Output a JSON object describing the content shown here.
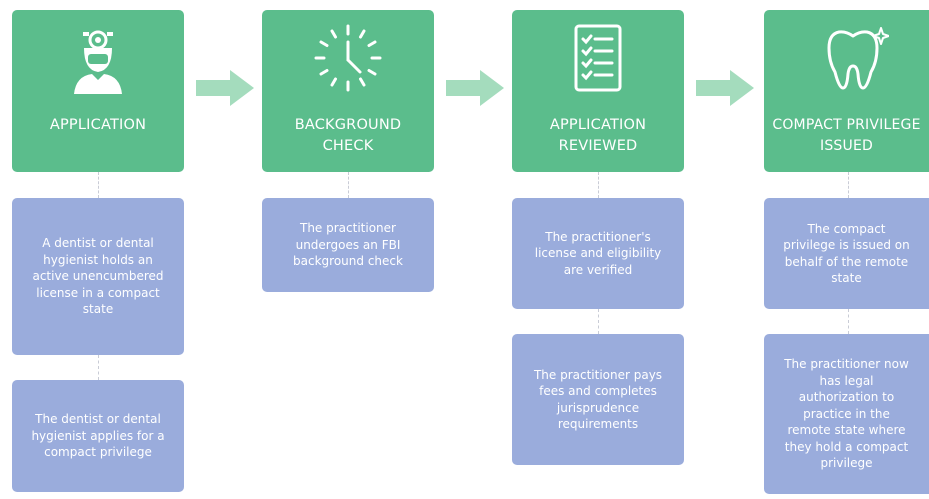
{
  "colors": {
    "step_green": "#5bbd8c",
    "arrow_green": "#a4dcbd",
    "card_blue": "#9aacdc",
    "text": "#ffffff"
  },
  "steps": [
    {
      "label": "APPLICATION",
      "icon": "dentist-icon",
      "cards": [
        "A dentist or dental hygienist holds an active unencumbered license in a compact state",
        "The dentist or dental hygienist applies for a compact privilege"
      ]
    },
    {
      "label": "BACKGROUND CHECK",
      "icon": "clock-icon",
      "cards": [
        "The practitioner undergoes an FBI background check"
      ]
    },
    {
      "label": "APPLICATION REVIEWED",
      "icon": "checklist-icon",
      "cards": [
        "The practitioner's license and eligibility are verified",
        "The practitioner pays fees and completes jurisprudence requirements"
      ]
    },
    {
      "label": "COMPACT PRIVILEGE ISSUED",
      "icon": "tooth-icon",
      "cards": [
        "The compact privilege is issued on behalf of the remote state",
        "The practitioner now has legal authorization to practice in the remote state where they hold a compact privilege"
      ]
    }
  ],
  "arrows": [
    "arrow-right-icon",
    "arrow-right-icon",
    "arrow-right-icon"
  ]
}
